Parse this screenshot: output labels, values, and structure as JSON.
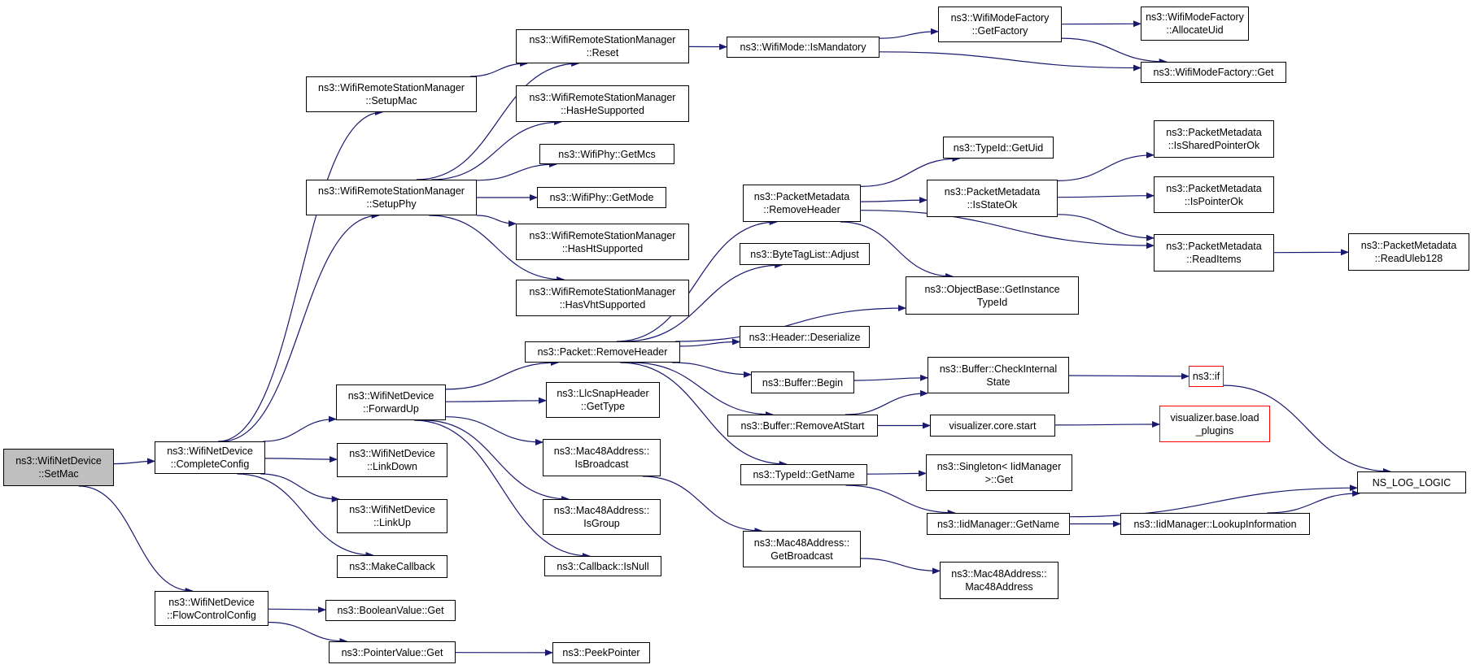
{
  "colors": {
    "edge": "#191970",
    "node_border": "#000000",
    "root_fill": "#bfbfbf",
    "truncated_border": "#ff0000"
  },
  "nodes": [
    {
      "id": "setmac",
      "lines": [
        "ns3::WifiNetDevice",
        "::SetMac"
      ],
      "style": "root"
    },
    {
      "id": "completeconfig",
      "lines": [
        "ns3::WifiNetDevice",
        "::CompleteConfig"
      ]
    },
    {
      "id": "flowcontrol",
      "lines": [
        "ns3::WifiNetDevice",
        "::FlowControlConfig"
      ]
    },
    {
      "id": "setupmac",
      "lines": [
        "ns3::WifiRemoteStationManager",
        "::SetupMac"
      ]
    },
    {
      "id": "setupphy",
      "lines": [
        "ns3::WifiRemoteStationManager",
        "::SetupPhy"
      ]
    },
    {
      "id": "forwardup",
      "lines": [
        "ns3::WifiNetDevice",
        "::ForwardUp"
      ]
    },
    {
      "id": "linkdown",
      "lines": [
        "ns3::WifiNetDevice",
        "::LinkDown"
      ]
    },
    {
      "id": "linkup",
      "lines": [
        "ns3::WifiNetDevice",
        "::LinkUp"
      ]
    },
    {
      "id": "makecallback",
      "lines": [
        "ns3::MakeCallback"
      ]
    },
    {
      "id": "booleanget",
      "lines": [
        "ns3::BooleanValue::Get"
      ]
    },
    {
      "id": "pointerget",
      "lines": [
        "ns3::PointerValue::Get"
      ]
    },
    {
      "id": "peekpointer",
      "lines": [
        "ns3::PeekPointer"
      ]
    },
    {
      "id": "reset",
      "lines": [
        "ns3::WifiRemoteStationManager",
        "::Reset"
      ]
    },
    {
      "id": "hashe",
      "lines": [
        "ns3::WifiRemoteStationManager",
        "::HasHeSupported"
      ]
    },
    {
      "id": "getmcs",
      "lines": [
        "ns3::WifiPhy::GetMcs"
      ]
    },
    {
      "id": "getmode",
      "lines": [
        "ns3::WifiPhy::GetMode"
      ]
    },
    {
      "id": "hasht",
      "lines": [
        "ns3::WifiRemoteStationManager",
        "::HasHtSupported"
      ]
    },
    {
      "id": "hasvht",
      "lines": [
        "ns3::WifiRemoteStationManager",
        "::HasVhtSupported"
      ]
    },
    {
      "id": "ismandatory",
      "lines": [
        "ns3::WifiMode::IsMandatory"
      ]
    },
    {
      "id": "getfactory",
      "lines": [
        "ns3::WifiModeFactory",
        "::GetFactory"
      ]
    },
    {
      "id": "allocateuid",
      "lines": [
        "ns3::WifiModeFactory",
        "::AllocateUid"
      ]
    },
    {
      "id": "factoryget",
      "lines": [
        "ns3::WifiModeFactory::Get"
      ]
    },
    {
      "id": "pktremoveheader",
      "lines": [
        "ns3::Packet::RemoveHeader"
      ]
    },
    {
      "id": "llcgettype",
      "lines": [
        "ns3::LlcSnapHeader",
        "::GetType"
      ]
    },
    {
      "id": "isbroadcast",
      "lines": [
        "ns3::Mac48Address::",
        "IsBroadcast"
      ]
    },
    {
      "id": "isgroup",
      "lines": [
        "ns3::Mac48Address::",
        "IsGroup"
      ]
    },
    {
      "id": "isnull",
      "lines": [
        "ns3::Callback::IsNull"
      ]
    },
    {
      "id": "pmremoveheader",
      "lines": [
        "ns3::PacketMetadata",
        "::RemoveHeader"
      ]
    },
    {
      "id": "adjust",
      "lines": [
        "ns3::ByteTagList::Adjust"
      ]
    },
    {
      "id": "deserialize",
      "lines": [
        "ns3::Header::Deserialize"
      ]
    },
    {
      "id": "begin",
      "lines": [
        "ns3::Buffer::Begin"
      ]
    },
    {
      "id": "removeatstart",
      "lines": [
        "ns3::Buffer::RemoveAtStart"
      ]
    },
    {
      "id": "typeidgetname",
      "lines": [
        "ns3::TypeId::GetName"
      ]
    },
    {
      "id": "getbroadcast",
      "lines": [
        "ns3::Mac48Address::",
        "GetBroadcast"
      ]
    },
    {
      "id": "getuid",
      "lines": [
        "ns3::TypeId::GetUid"
      ]
    },
    {
      "id": "isstateok",
      "lines": [
        "ns3::PacketMetadata",
        "::IsStateOk"
      ]
    },
    {
      "id": "getinstancetypeid",
      "lines": [
        "ns3::ObjectBase::GetInstance",
        "TypeId"
      ]
    },
    {
      "id": "checkinternalstate",
      "lines": [
        "ns3::Buffer::CheckInternal",
        "State"
      ]
    },
    {
      "id": "vizstart",
      "lines": [
        "visualizer.core.start"
      ]
    },
    {
      "id": "singletonget",
      "lines": [
        "ns3::Singleton< IidManager",
        ">::Get"
      ]
    },
    {
      "id": "iidgetname",
      "lines": [
        "ns3::IidManager::GetName"
      ]
    },
    {
      "id": "mac48address",
      "lines": [
        "ns3::Mac48Address::",
        "Mac48Address"
      ]
    },
    {
      "id": "issharedpointerok",
      "lines": [
        "ns3::PacketMetadata",
        "::IsSharedPointerOk"
      ]
    },
    {
      "id": "ispointerok",
      "lines": [
        "ns3::PacketMetadata",
        "::IsPointerOk"
      ]
    },
    {
      "id": "readitems",
      "lines": [
        "ns3::PacketMetadata",
        "::ReadItems"
      ]
    },
    {
      "id": "nsif",
      "lines": [
        "ns3::if"
      ],
      "style": "red"
    },
    {
      "id": "loadplugins",
      "lines": [
        "visualizer.base.load",
        "_plugins"
      ],
      "style": "red"
    },
    {
      "id": "lookupinformation",
      "lines": [
        "ns3::IidManager::LookupInformation"
      ]
    },
    {
      "id": "readuleb128",
      "lines": [
        "ns3::PacketMetadata",
        "::ReadUleb128"
      ]
    },
    {
      "id": "nsloglogic",
      "lines": [
        "NS_LOG_LOGIC"
      ]
    }
  ]
}
